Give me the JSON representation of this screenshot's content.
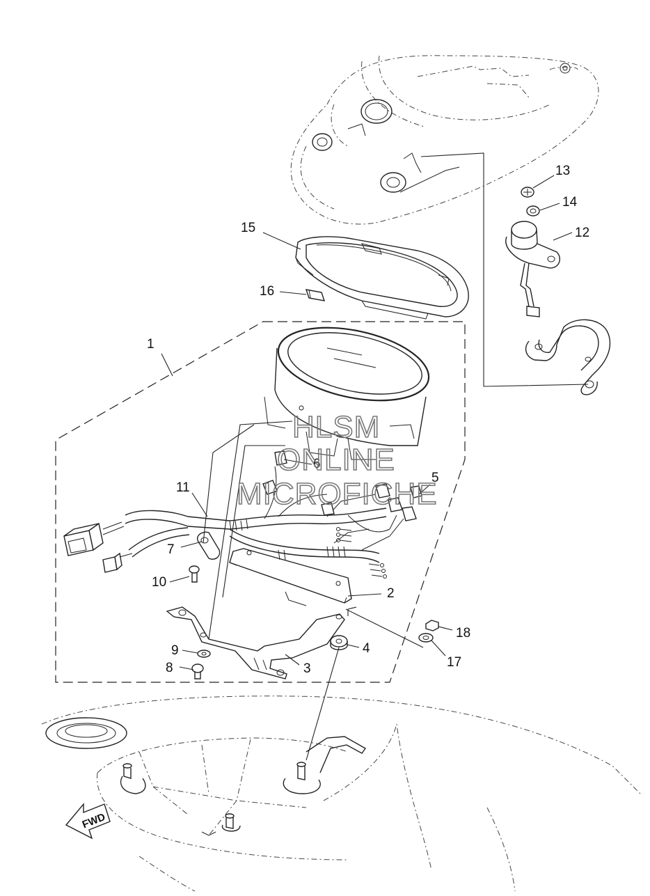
{
  "labels": [
    {
      "id": "1",
      "text": "1"
    },
    {
      "id": "2",
      "text": "2"
    },
    {
      "id": "3",
      "text": "3"
    },
    {
      "id": "4",
      "text": "4"
    },
    {
      "id": "5",
      "text": "5"
    },
    {
      "id": "6",
      "text": "6"
    },
    {
      "id": "7",
      "text": "7"
    },
    {
      "id": "8",
      "text": "8"
    },
    {
      "id": "9",
      "text": "9"
    },
    {
      "id": "10",
      "text": "10"
    },
    {
      "id": "11",
      "text": "11"
    },
    {
      "id": "12",
      "text": "12"
    },
    {
      "id": "13",
      "text": "13"
    },
    {
      "id": "14",
      "text": "14"
    },
    {
      "id": "15",
      "text": "15"
    },
    {
      "id": "16",
      "text": "16"
    },
    {
      "id": "17",
      "text": "17"
    },
    {
      "id": "18",
      "text": "18"
    }
  ],
  "watermark": {
    "line1": "HLSM",
    "line2": "ONLINE",
    "line3": "MICROFICHE"
  },
  "direction_arrow": {
    "text": "FWD"
  }
}
